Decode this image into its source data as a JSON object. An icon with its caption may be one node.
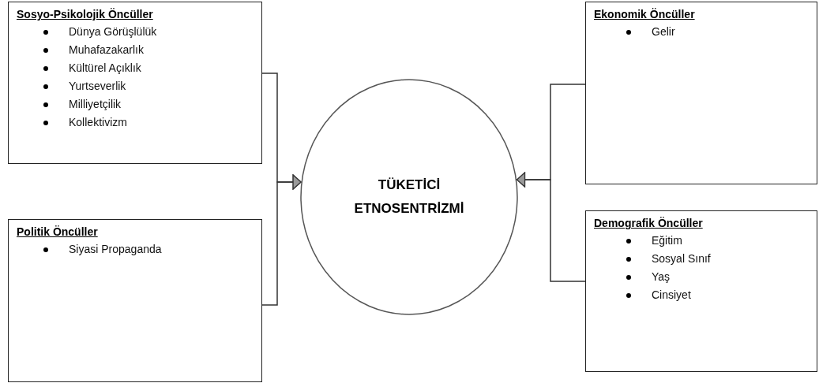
{
  "diagram": {
    "nodes": [
      {
        "text": [
          "Sosyo-Psikolojik Öncüller",
          "Dünya Görüşlülük",
          "Muhafazakarlık",
          "Kültürel Açıklık",
          "Yurtseverlik",
          "Milliyetçilik",
          "Kollektivizm"
        ]
      },
      {
        "text": [
          "Politik Öncüller",
          "Siyasi Propaganda"
        ]
      },
      {
        "text": [
          "TÜKETİCİ ETNOSENTRİZMİ"
        ]
      },
      {
        "text": [
          "Ekonomik Öncüller",
          "Gelir"
        ]
      },
      {
        "text": [
          "Demografik Öncüller",
          "Eğitim",
          "Sosyal Sınıf",
          "Yaş",
          "Cinsiyet"
        ]
      }
    ],
    "edges": [
      {
        "from": 0,
        "to": 2,
        "arrow": "to"
      },
      {
        "from": 1,
        "to": 2,
        "arrow": "to"
      },
      {
        "from": 3,
        "to": 2,
        "arrow": "to"
      },
      {
        "from": 4,
        "to": 2,
        "arrow": "to"
      }
    ]
  }
}
